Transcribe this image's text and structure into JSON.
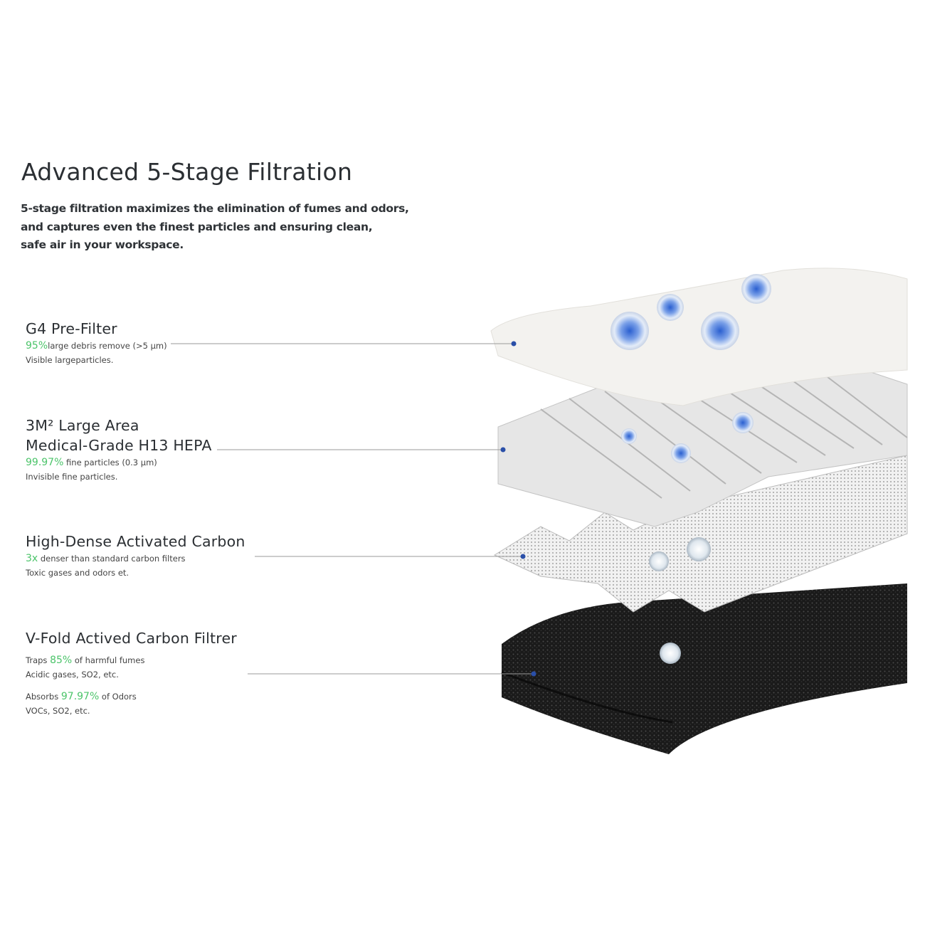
{
  "title": "Advanced 5-Stage Filtration",
  "intro": [
    "5-stage filtration maximizes the elimination of fumes and odors,",
    "and captures even the finest particles and ensuring clean,",
    "safe air in your workspace."
  ],
  "stages": [
    {
      "heading": "G4 Pre-Filter",
      "stat": "95%",
      "stat_text": "large debris remove (>5 μm)",
      "note": "Visible largeparticles."
    },
    {
      "heading_1": "3M² Large Area",
      "heading": "Medical-Grade H13 HEPA",
      "stat": "99.97%",
      "stat_text": " fine particles (0.3 μm)",
      "note": "Invisible fine particles."
    },
    {
      "heading": "High-Dense Activated Carbon",
      "stat": "3x",
      "stat_text": " denser than standard carbon filters",
      "note": "Toxic gases and odors et."
    },
    {
      "heading": "V-Fold Actived Carbon Filtrer",
      "line1_pre": "Traps ",
      "line1_stat": "85%",
      "line1_post": " of harmful fumes",
      "line1_note": "Acidic gases, SO2, etc.",
      "line2_pre": "Absorbs ",
      "line2_stat": "97.97%",
      "line2_post": " of Odors",
      "line2_note": "VOCs, SO2, etc."
    }
  ],
  "colors": {
    "accent_green": "#4cc46a",
    "dot_blue": "#2a4fa8",
    "leader_line": "#9a9a9a"
  }
}
